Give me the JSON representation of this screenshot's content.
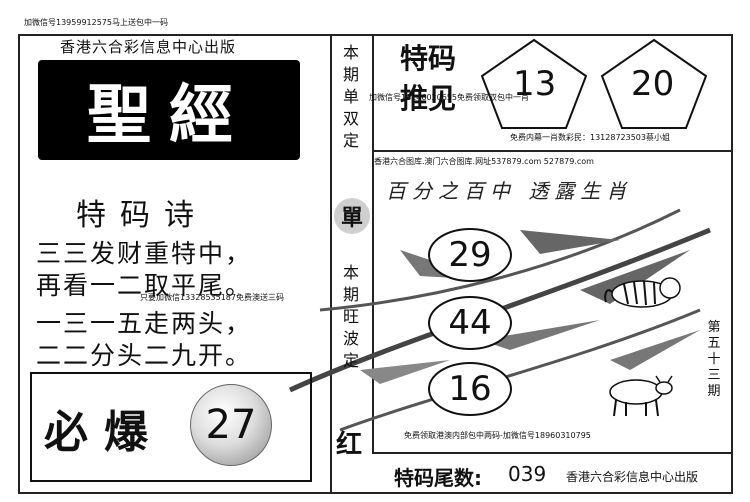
{
  "contacts": {
    "top_left": "加微信号13959912575马上送包中一码",
    "middle_contact": "加微信号18146020655免费领取双包中一肖",
    "free_hotline": "免费内幕一肖数彩民：13128723503蔡小姐",
    "website": "香港六合图库.澳门六合图库.网址537879.com 527879.com",
    "poem_contact": "只要加微信13328535187免费澳送三码",
    "bottom_contact": "免费领取港澳内部包中两码-加微信号18960310795"
  },
  "publisher": "香港六合彩信息中心出版",
  "banner": {
    "title": "聖經"
  },
  "poem": {
    "title": "特码诗",
    "lines": [
      "三三发财重特中，",
      "再看一二取平尾。",
      "一三一五走两头，",
      "二二分头二九开。"
    ]
  },
  "burst": {
    "label": "必爆",
    "number": "27"
  },
  "single_double": {
    "label": "本期单双定",
    "value": "單"
  },
  "big_label": {
    "line1": "特码",
    "line2": "推见"
  },
  "pentagons": [
    "13",
    "20"
  ],
  "script_slogan": "百分之百中 透露生肖",
  "wave": {
    "label": "本期旺波定",
    "value": "红"
  },
  "circles": [
    "29",
    "44",
    "16"
  ],
  "tail": {
    "label": "特码尾数:",
    "value": "039"
  },
  "issue": "第五十三期",
  "footer_publisher": "香港六合彩信息中心出版",
  "icons": [
    "tiger-icon",
    "cow-icon",
    "bamboo-illustration"
  ]
}
